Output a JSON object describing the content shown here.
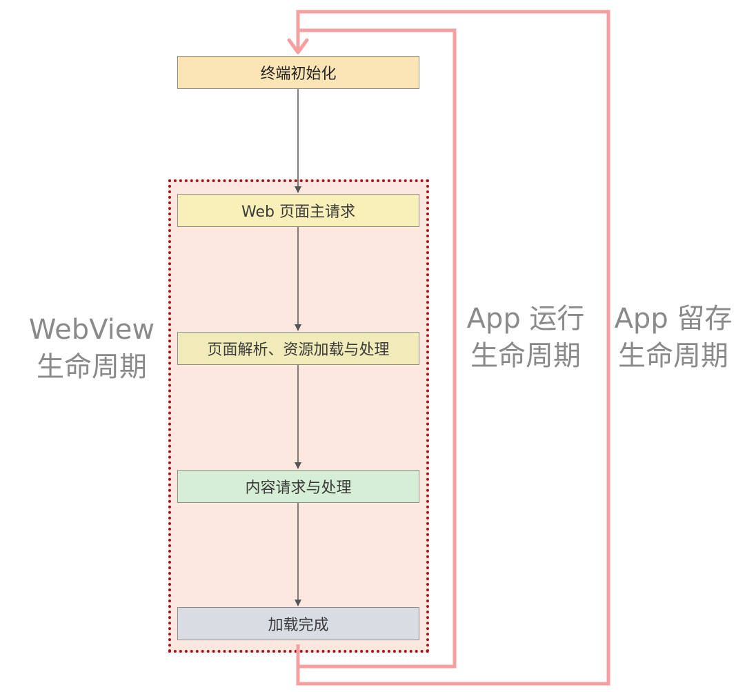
{
  "colors": {
    "init_fill": "#fbe5b4",
    "main_request_fill": "#f9efb8",
    "parse_fill": "#f0ebb8",
    "content_fill": "#d6eed6",
    "done_fill": "#d8dce3",
    "webview_region_fill": "#fde8df",
    "webview_region_border": "#a3141f",
    "lifecycle_loop_stroke": "#f4a0a0",
    "flow_arrow": "#555555",
    "label_text": "#8a8a8a"
  },
  "nodes": {
    "init": "终端初始化",
    "main_request": "Web 页面主请求",
    "parse_load": "页面解析、资源加载与处理",
    "content_request": "内容请求与处理",
    "load_complete": "加载完成"
  },
  "labels": {
    "webview_line1": "WebView",
    "webview_line2": "生命周期",
    "app_run_line1": "App 运行",
    "app_run_line2": "生命周期",
    "app_retain_line1": "App 留存",
    "app_retain_line2": "生命周期"
  }
}
